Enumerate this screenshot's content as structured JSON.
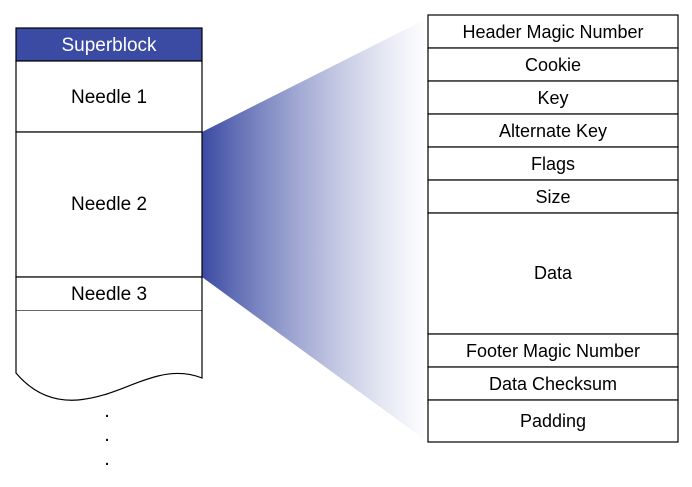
{
  "volume": {
    "superblock_label": "Superblock",
    "needles": [
      "Needle 1",
      "Needle 2",
      "Needle 3"
    ],
    "continuation_dots": [
      ".",
      ".",
      "."
    ]
  },
  "needle_structure": {
    "fields": [
      "Header Magic Number",
      "Cookie",
      "Key",
      "Alternate Key",
      "Flags",
      "Size",
      "Data",
      "Footer Magic Number",
      "Data Checksum",
      "Padding"
    ]
  },
  "colors": {
    "superblock_fill": "#3b4aa3",
    "expansion_gradient_start": "#3b4aa3",
    "expansion_gradient_end": "#ffffff",
    "border": "#000000"
  }
}
